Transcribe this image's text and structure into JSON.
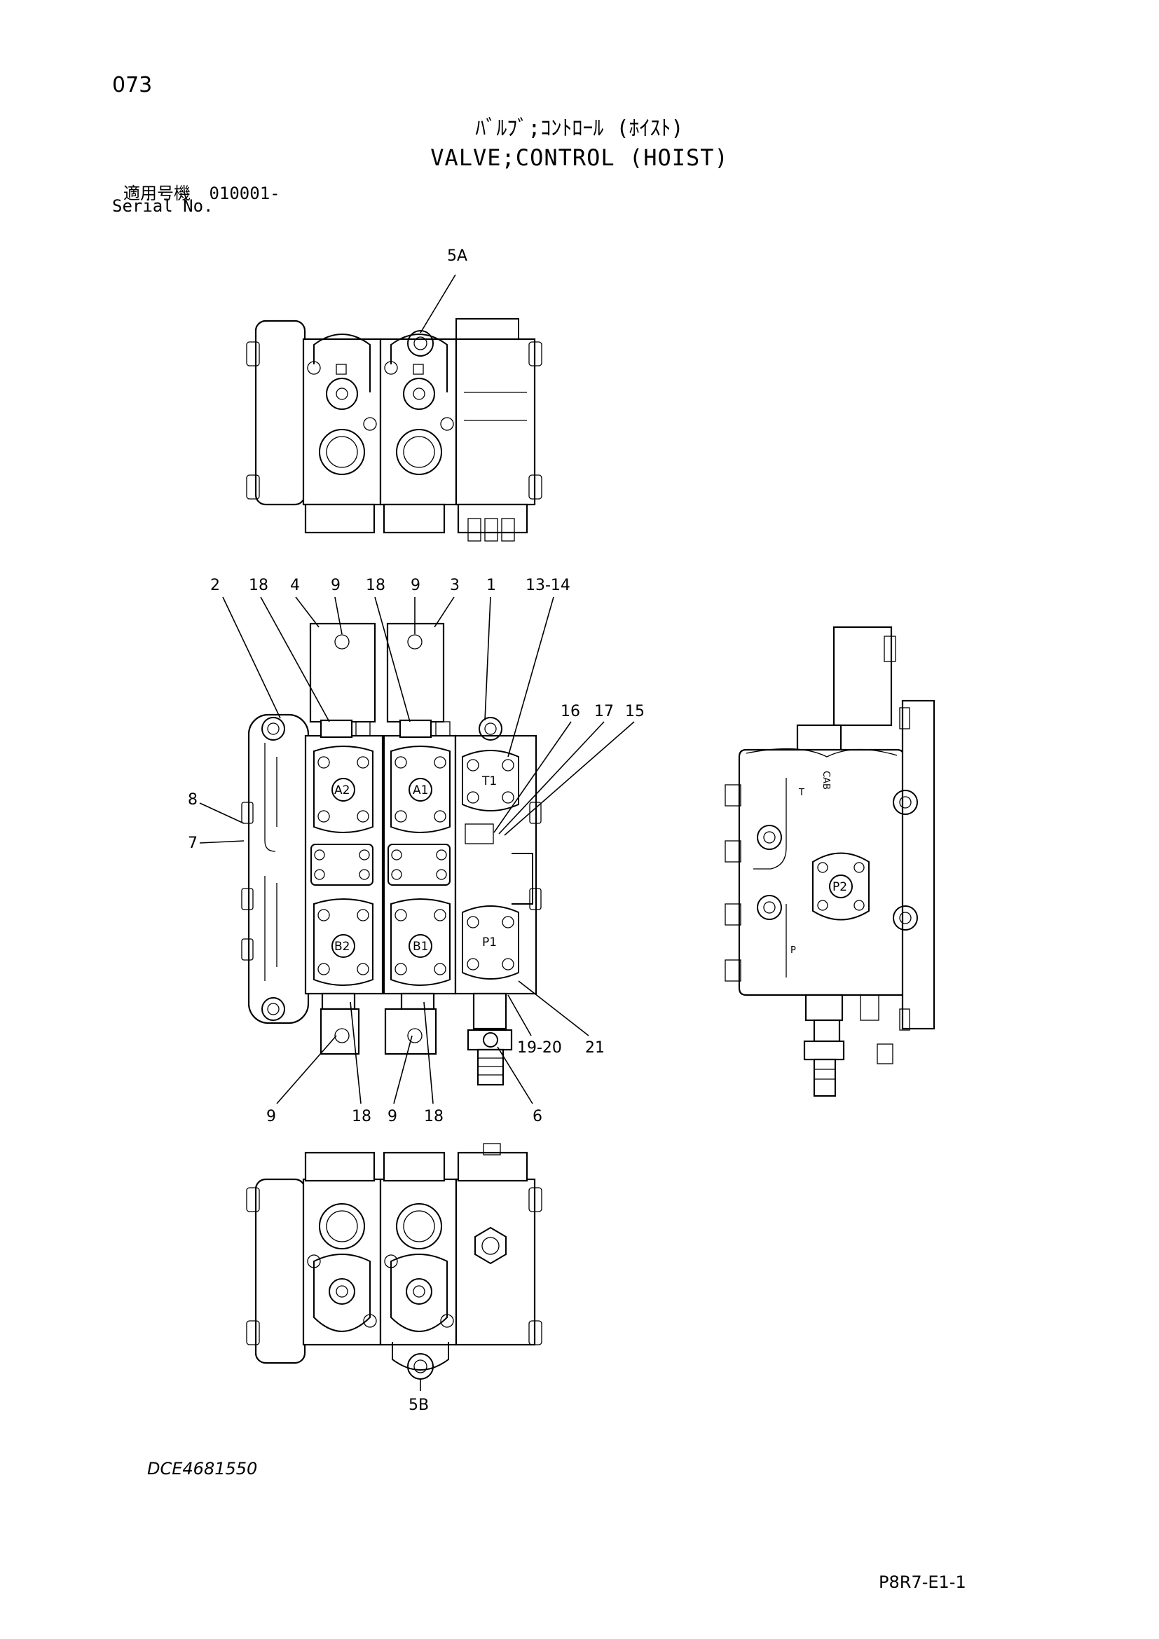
{
  "header": {
    "page_number": "073",
    "title_jp": "ﾊﾞﾙﾌﾞ;ｺﾝﾄﾛｰﾙ (ﾎｲｽﾄ)",
    "title_en": "VALVE;CONTROL (HOIST)",
    "serial_label_jp": "適用号機",
    "serial_value": "010001-",
    "serial_label_en": "Serial No."
  },
  "diagram": {
    "callouts_top_view": [
      "5A"
    ],
    "callouts_front_top": [
      "2",
      "18",
      "4",
      "9",
      "18",
      "9",
      "3",
      "1",
      "13-14"
    ],
    "callouts_front_right": [
      "16",
      "17",
      "15"
    ],
    "callouts_front_left": [
      "8",
      "7"
    ],
    "callouts_front_bottom": [
      "9",
      "18",
      "9",
      "18",
      "6",
      "19-20",
      "21"
    ],
    "callouts_bottom_view": [
      "5B"
    ],
    "port_labels": [
      "A2",
      "A1",
      "T1",
      "B2",
      "B1",
      "P1",
      "P2"
    ],
    "side_view_marks": [
      "T",
      "P",
      "CAB"
    ]
  },
  "footer": {
    "drawing_code": "DCE4681550",
    "sheet_code": "P8R7-E1-1"
  }
}
